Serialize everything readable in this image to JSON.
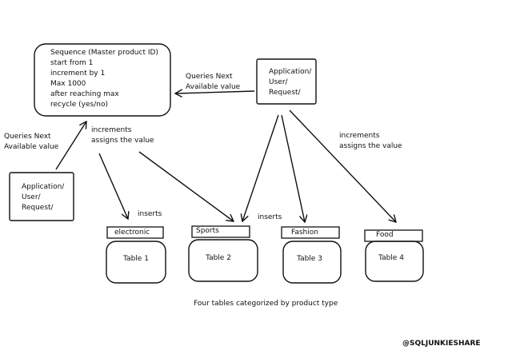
{
  "sequence_box": {
    "lines": [
      "Sequence (Master product ID)",
      "start from 1",
      "increment by 1",
      "Max 1000",
      "after reaching max",
      "recycle (yes/no)"
    ]
  },
  "app_box_right": {
    "lines": [
      "Application/",
      "User/",
      "Request/"
    ]
  },
  "app_box_left": {
    "lines": [
      "Application/",
      "User/",
      "Request/"
    ]
  },
  "labels": {
    "queries_right": [
      "Queries Next",
      "Available value"
    ],
    "queries_left": [
      "Queries Next",
      "Available value"
    ],
    "increments_left": [
      "increments",
      "assigns the value"
    ],
    "increments_right": [
      "increments",
      "assigns the value"
    ],
    "inserts_left": "inserts",
    "inserts_mid": "inserts"
  },
  "tables": [
    {
      "type": "electronic",
      "name": "Table 1"
    },
    {
      "type": "Sports",
      "name": "Table 2"
    },
    {
      "type": "Fashion",
      "name": "Table 3"
    },
    {
      "type": "Food",
      "name": "Table 4"
    }
  ],
  "caption": "Four tables categorized by product type",
  "watermark": "@SQLJUNKIESHARE"
}
